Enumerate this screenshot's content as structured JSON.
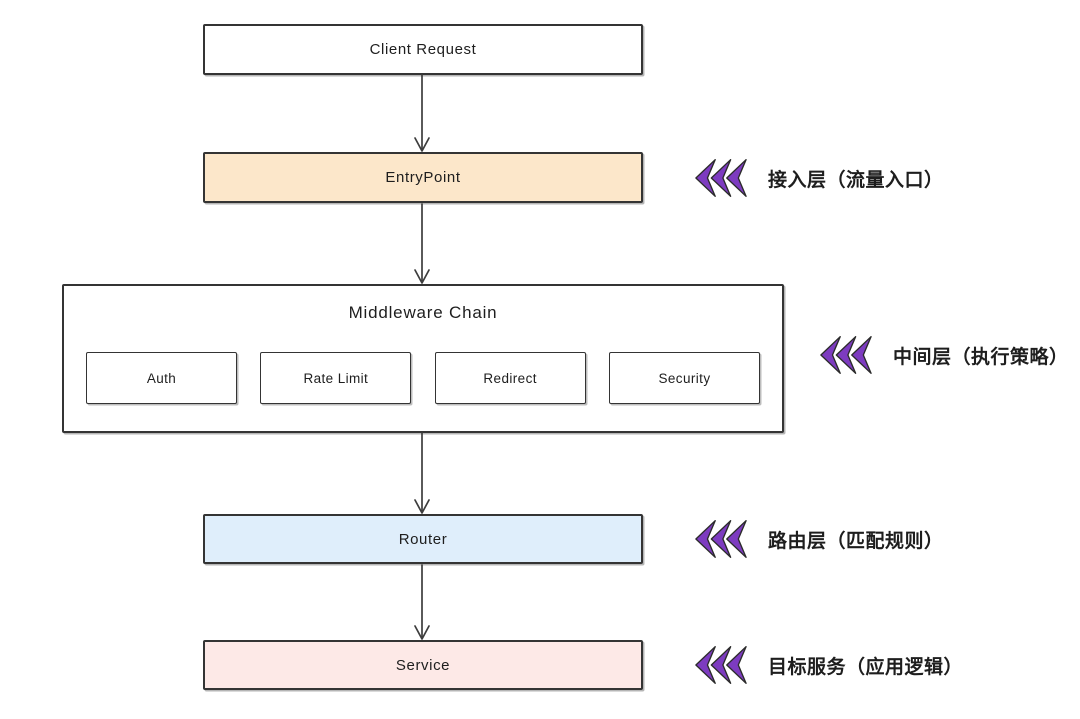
{
  "colors": {
    "background": "#ffffff",
    "border": "#343434",
    "arrow": "#3d3d3d",
    "text": "#1e1e1e",
    "accent_purple": "#7d3bc0",
    "entry_fill": "#fce7ca",
    "router_fill": "#dfeefb",
    "service_fill": "#fde9e7",
    "plain_fill": "#ffffff"
  },
  "nodes": {
    "client": {
      "label": "Client Request"
    },
    "entry": {
      "label": "EntryPoint"
    },
    "middleware": {
      "title": "Middleware Chain",
      "items": [
        "Auth",
        "Rate Limit",
        "Redirect",
        "Security"
      ]
    },
    "router": {
      "label": "Router"
    },
    "service": {
      "label": "Service"
    }
  },
  "annotations": [
    {
      "icon": "triple-chevron-left",
      "text": "接入层（流量入口）"
    },
    {
      "icon": "triple-chevron-left",
      "text": "中间层（执行策略）"
    },
    {
      "icon": "triple-chevron-left",
      "text": "路由层（匹配规则）"
    },
    {
      "icon": "triple-chevron-left",
      "text": "目标服务（应用逻辑）"
    }
  ]
}
